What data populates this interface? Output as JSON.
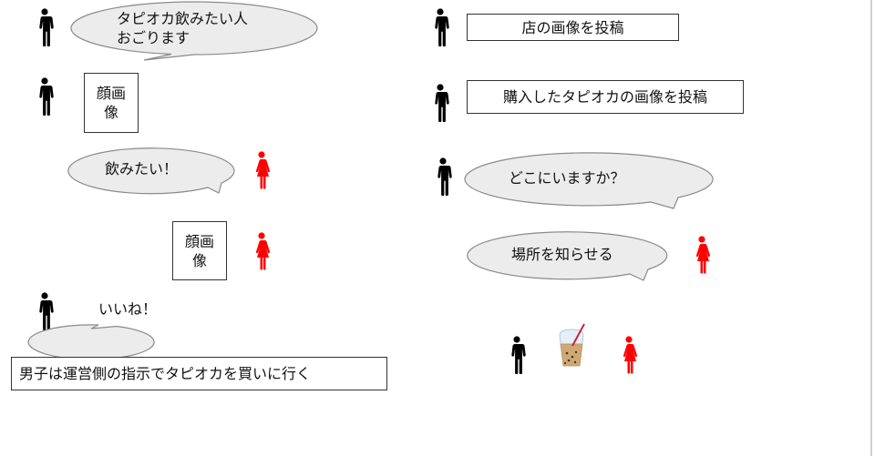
{
  "left_panel": {
    "bubble1": {
      "line1": "タピオカ飲みたい人",
      "line2": "おごります"
    },
    "face_image_1": {
      "line1": "顔画",
      "line2": "像"
    },
    "bubble2": "飲みたい！",
    "face_image_2": {
      "line1": "顔画",
      "line2": "像"
    },
    "bubble3": "いいね！",
    "note": "男子は運営側の指示でタピオカを買いに行く"
  },
  "right_panel": {
    "box1": "店の画像を投稿",
    "box2": "購入したタピオカの画像を投稿",
    "bubble1": "どこにいますか？",
    "bubble2": "場所を知らせる"
  },
  "colors": {
    "man": "#000000",
    "woman": "#ff0000",
    "bubble_fill": "#ececec",
    "bubble_stroke": "#8a8a8a"
  }
}
